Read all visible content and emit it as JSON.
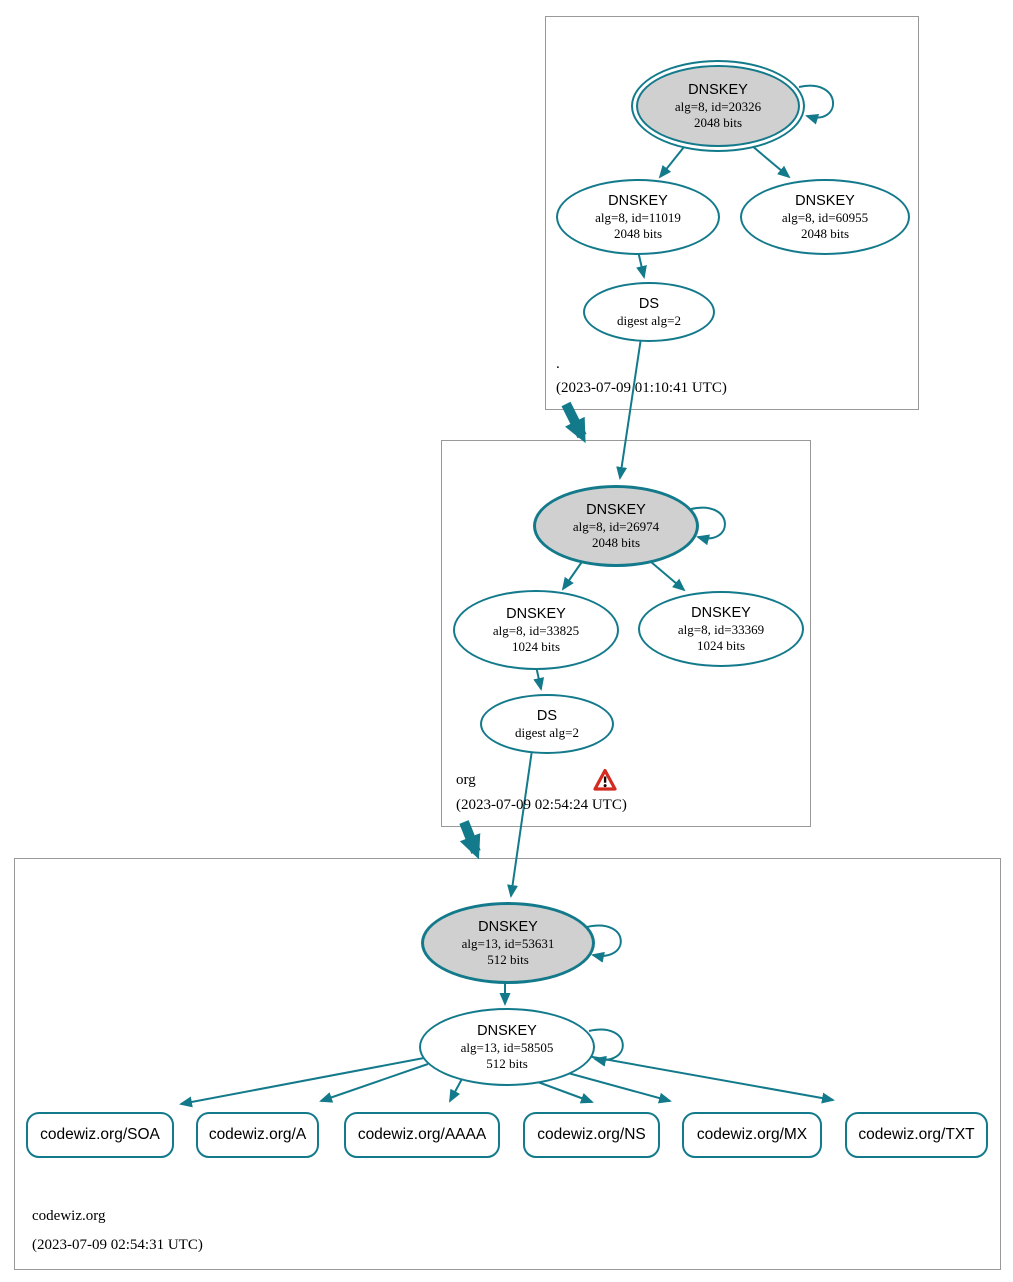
{
  "colors": {
    "edge-teal": "#137a8b",
    "node-fill": "#d0d0d0",
    "box-border": "#999999",
    "warning-red": "#d42a20",
    "text": "#000000",
    "background": "#ffffff"
  },
  "zones": {
    "root": {
      "label": ".",
      "timestamp": "(2023-07-09 01:10:41 UTC)",
      "ksk": {
        "title": "DNSKEY",
        "alg": "alg=8, id=20326",
        "bits": "2048 bits"
      },
      "zsk1": {
        "title": "DNSKEY",
        "alg": "alg=8, id=11019",
        "bits": "2048 bits"
      },
      "zsk2": {
        "title": "DNSKEY",
        "alg": "alg=8, id=60955",
        "bits": "2048 bits"
      },
      "ds": {
        "title": "DS",
        "detail": "digest alg=2"
      }
    },
    "org": {
      "label": "org",
      "timestamp": "(2023-07-09 02:54:24 UTC)",
      "warning_icon": "warning-triangle",
      "ksk": {
        "title": "DNSKEY",
        "alg": "alg=8, id=26974",
        "bits": "2048 bits"
      },
      "zsk1": {
        "title": "DNSKEY",
        "alg": "alg=8, id=33825",
        "bits": "1024 bits"
      },
      "zsk2": {
        "title": "DNSKEY",
        "alg": "alg=8, id=33369",
        "bits": "1024 bits"
      },
      "ds": {
        "title": "DS",
        "detail": "digest alg=2"
      }
    },
    "codewiz": {
      "label": "codewiz.org",
      "timestamp": "(2023-07-09 02:54:31 UTC)",
      "ksk": {
        "title": "DNSKEY",
        "alg": "alg=13, id=53631",
        "bits": "512 bits"
      },
      "zsk": {
        "title": "DNSKEY",
        "alg": "alg=13, id=58505",
        "bits": "512 bits"
      },
      "rrsets": [
        "codewiz.org/SOA",
        "codewiz.org/A",
        "codewiz.org/AAAA",
        "codewiz.org/NS",
        "codewiz.org/MX",
        "codewiz.org/TXT"
      ]
    }
  }
}
